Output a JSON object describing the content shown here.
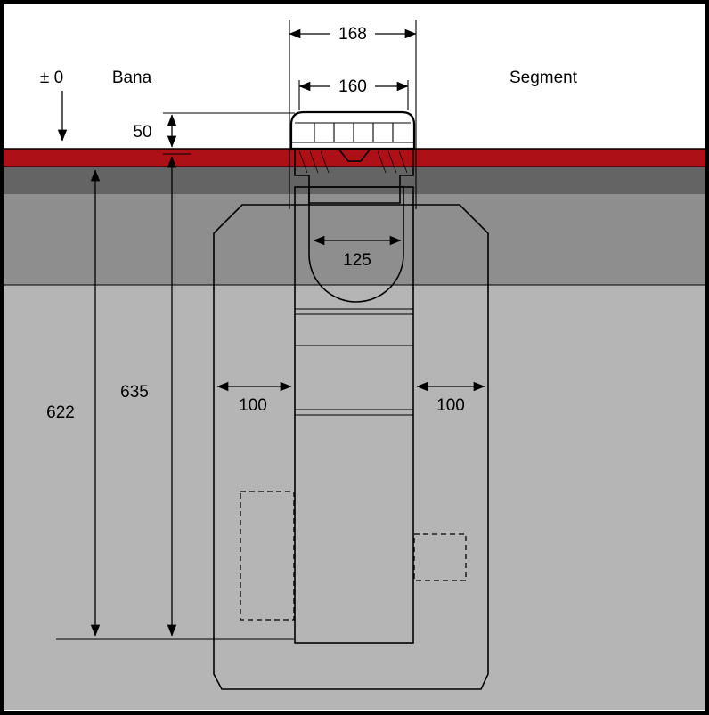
{
  "diagram": {
    "labels": {
      "datum": "± 0",
      "bana": "Bana",
      "segment": "Segment"
    },
    "dimensions": {
      "outer_width": "168",
      "grate_width": "160",
      "surface_depth": "50",
      "bore_width": "125",
      "depth_left": "622",
      "depth_right": "635",
      "offset_left": "100",
      "offset_right": "100"
    },
    "colors": {
      "asphalt_red": "#ad1016",
      "base_dark_gray": "#646464",
      "base_mid_gray": "#8e8e8e",
      "subsoil_gray": "#b5b5b5",
      "concrete_gray": "#d8d8d8",
      "channel_tan": "#c2a166",
      "frame_gray": "#b9c3ca",
      "white": "#ffffff"
    }
  }
}
